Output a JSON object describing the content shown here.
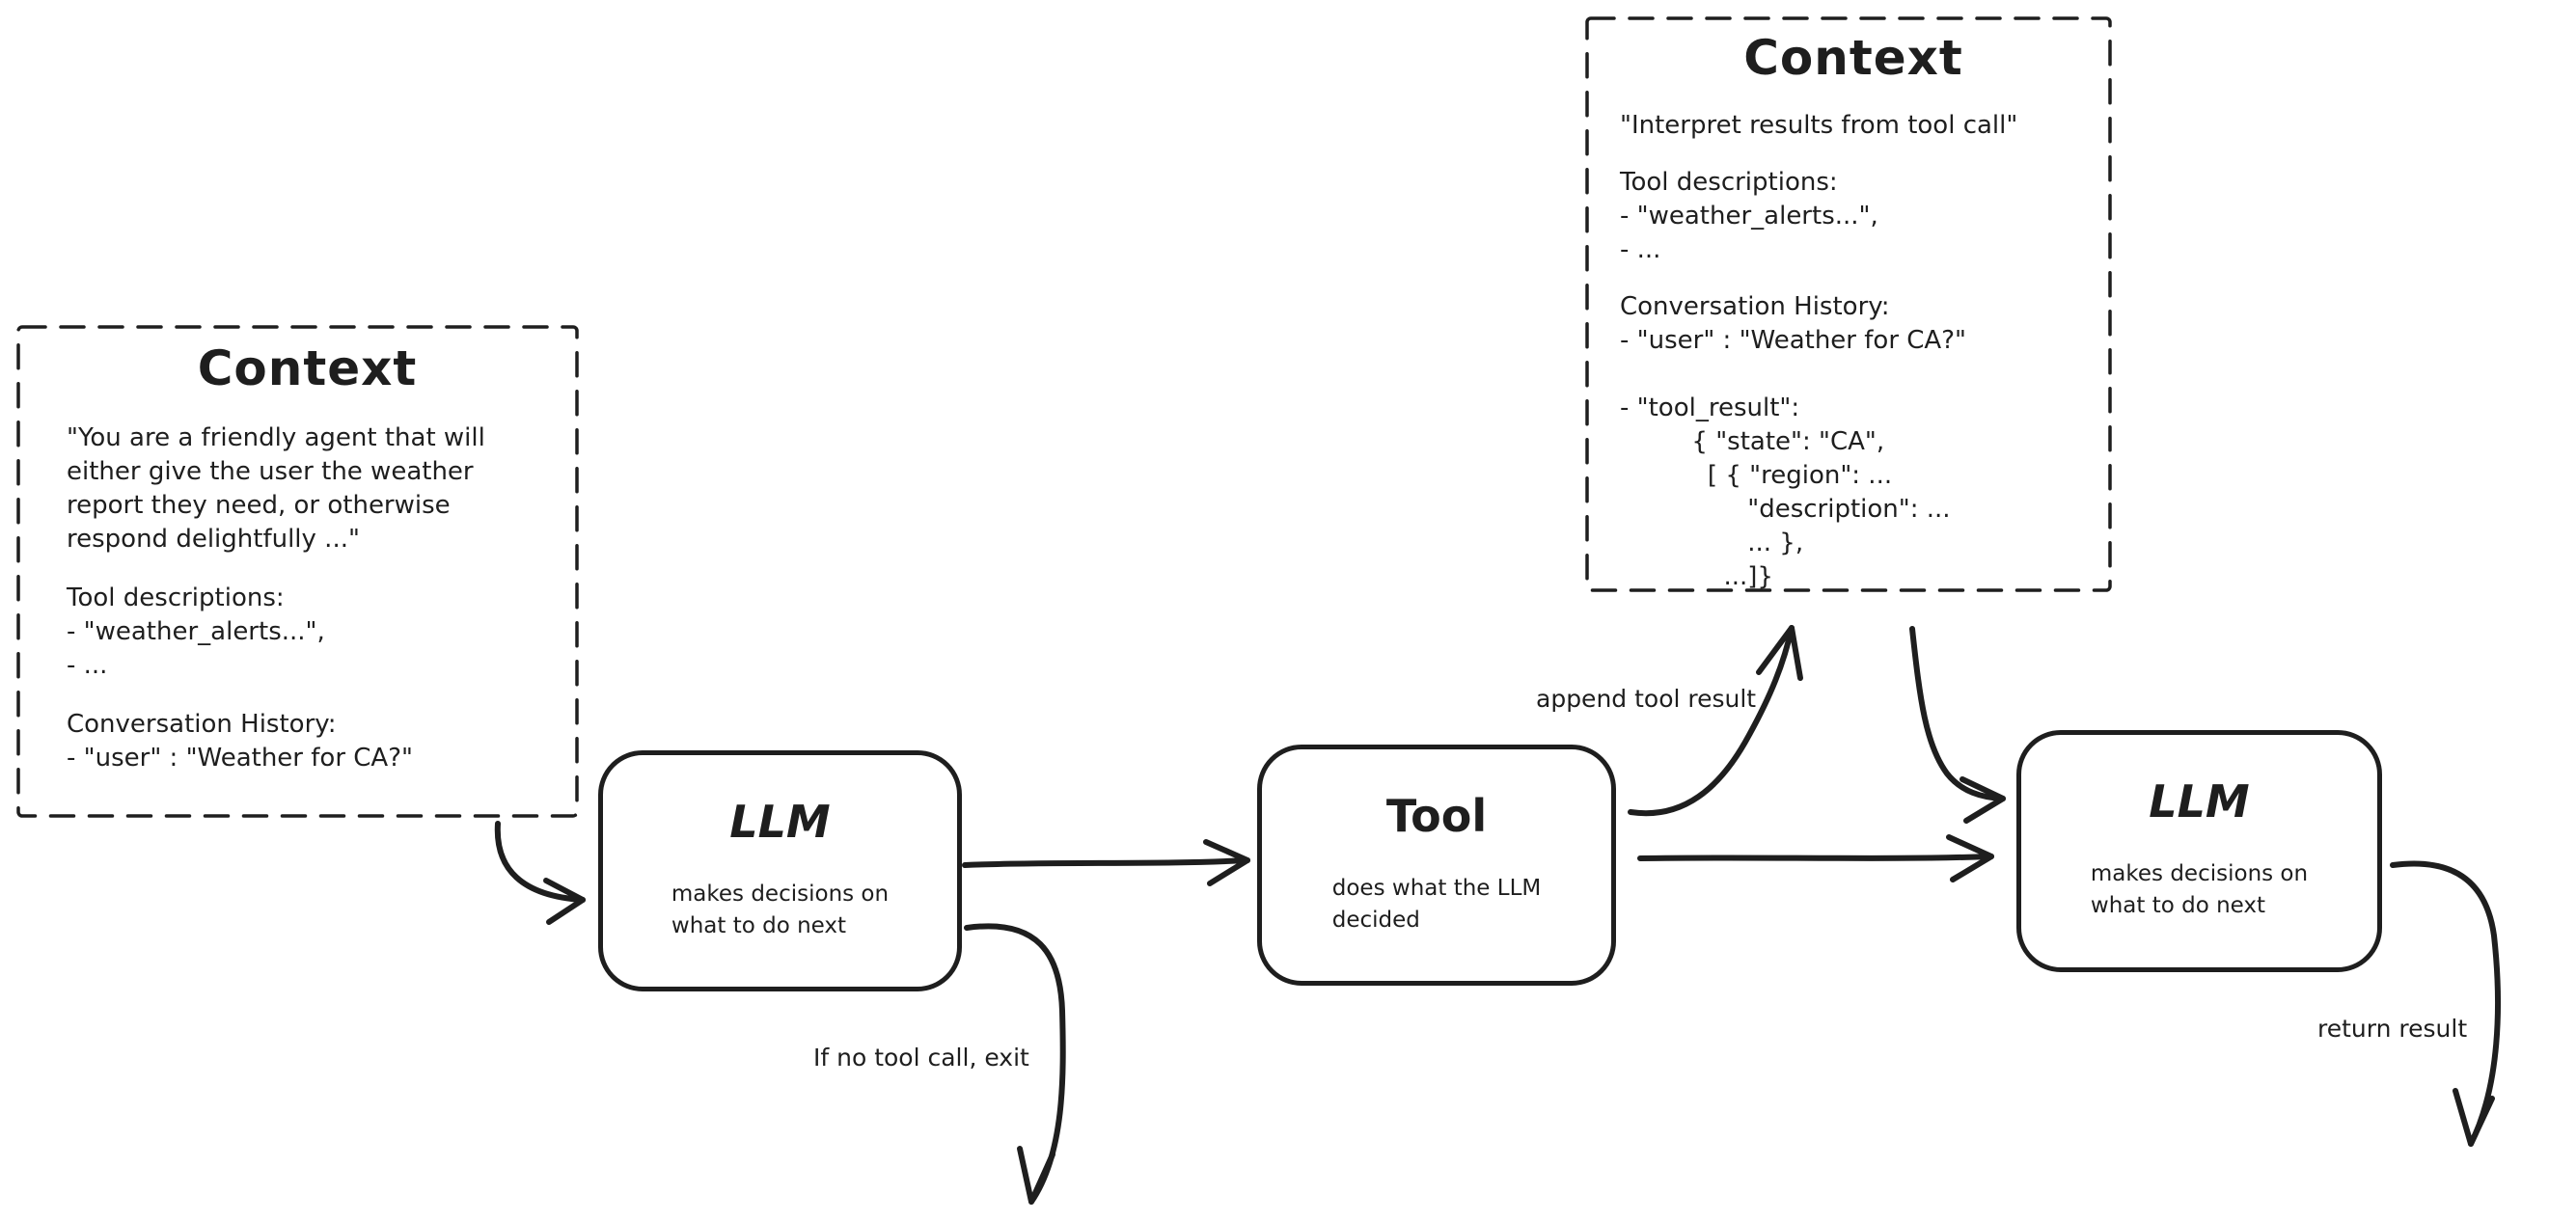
{
  "canvas": {
    "ink_color": "#1e1e1e",
    "background_color": "#ffffff"
  },
  "context_left": {
    "title": "Context",
    "system_prompt": [
      "\"You are a friendly agent that will",
      "either give the user the weather",
      "report they need, or otherwise",
      "respond delightfully ...\""
    ],
    "tool_descriptions": [
      "Tool descriptions:",
      "- \"weather_alerts...\",",
      "- ..."
    ],
    "conversation_history": [
      "Conversation History:",
      "- \"user\" : \"Weather for CA?\""
    ]
  },
  "context_right": {
    "title": "Context",
    "instruction": "\"Interpret results from tool call\"",
    "tool_descriptions": [
      "Tool descriptions:",
      "- \"weather_alerts...\",",
      "- ..."
    ],
    "conversation_history": [
      "Conversation History:",
      "- \"user\" : \"Weather for CA?\"",
      "",
      "- \"tool_result\":",
      "         { \"state\": \"CA\",",
      "           [ { \"region\": ...",
      "                \"description\": ...",
      "                ... },",
      "             ...]}"
    ]
  },
  "nodes": {
    "llm1": {
      "title": "LLM",
      "subtitle": "makes decisions on\nwhat to do next"
    },
    "tool": {
      "title": "Tool",
      "subtitle": "does what the LLM\ndecided"
    },
    "llm2": {
      "title": "LLM",
      "subtitle": "makes decisions on\nwhat to do next"
    }
  },
  "edge_labels": {
    "append_tool_result": "append tool result",
    "if_no_tool_call_exit": "If no tool call, exit",
    "return_result": "return result"
  }
}
